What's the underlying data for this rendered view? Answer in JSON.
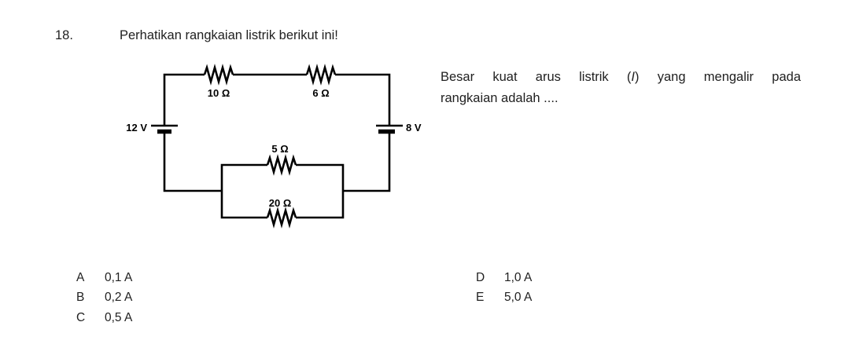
{
  "question": {
    "number": "18.",
    "intro": "Perhatikan rangkaian listrik berikut ini!"
  },
  "prompt": {
    "line1_pre": "Besar kuat arus listrik (",
    "symbol": "I",
    "line1_post": ") yang mengalir pada",
    "line2": "rangkaian adalah ...."
  },
  "circuit": {
    "line_color": "#000000",
    "labels": {
      "r1": "10 Ω",
      "r2": "6 Ω",
      "r3": "5 Ω",
      "r4": "20 Ω",
      "v1": "12 V",
      "v2": "8 V"
    }
  },
  "options": {
    "left": [
      {
        "letter": "A",
        "value": "0,1 A"
      },
      {
        "letter": "B",
        "value": "0,2 A"
      },
      {
        "letter": "C",
        "value": "0,5 A"
      }
    ],
    "right": [
      {
        "letter": "D",
        "value": "1,0 A"
      },
      {
        "letter": "E",
        "value": "5,0 A"
      }
    ]
  }
}
